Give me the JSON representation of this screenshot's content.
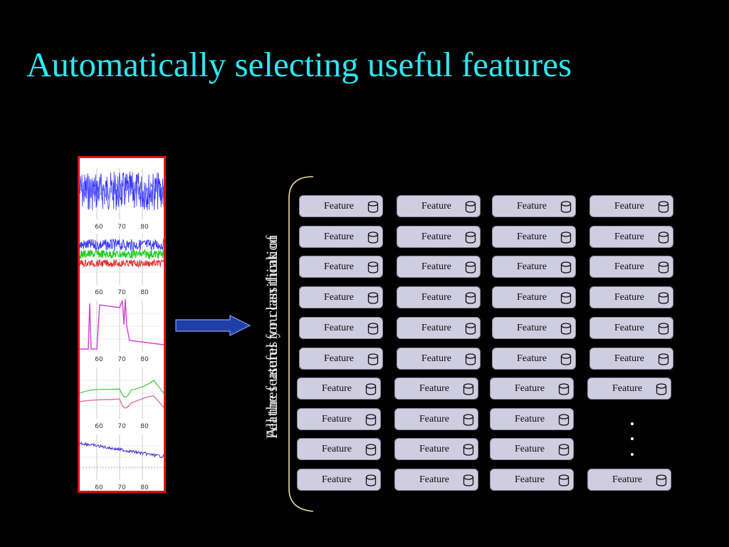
{
  "slide": {
    "title": "Automatically selecting useful features",
    "vertical_label_1": "All the features you can think of",
    "vertical_label_2": "Features useful for classification"
  },
  "signals": {
    "tick_labels": [
      "60",
      "70",
      "80"
    ]
  },
  "features": {
    "label": "Feature",
    "icon": "database-icon",
    "ellipsis": "..."
  },
  "colors": {
    "title": "#2ee6f0",
    "frame": "#e01010",
    "feature_box": "#cfcde0",
    "arrow": "#1f3fa8"
  }
}
